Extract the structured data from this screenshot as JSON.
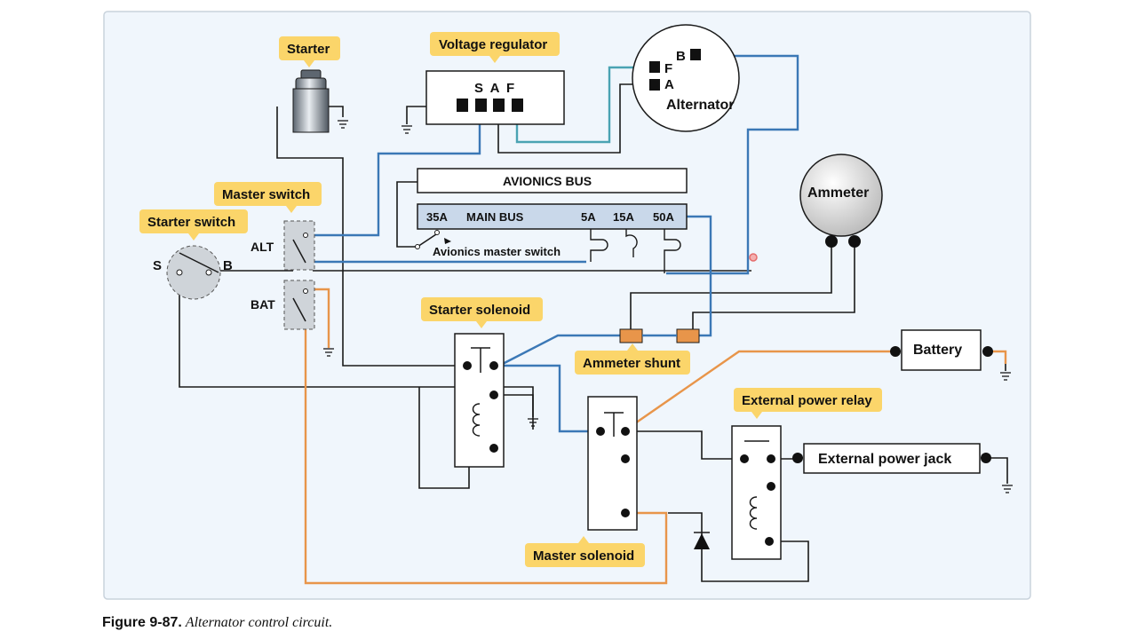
{
  "callouts": {
    "starter": "Starter",
    "voltage_regulator": "Voltage regulator",
    "master_switch": "Master switch",
    "starter_switch": "Starter switch",
    "starter_solenoid": "Starter solenoid",
    "ammeter_shunt": "Ammeter shunt",
    "external_power_relay": "External power relay",
    "master_solenoid": "Master solenoid"
  },
  "labels": {
    "regulator_terminals": "S A F",
    "alternator": "Alternator",
    "alt_b": "B",
    "alt_f": "F",
    "alt_a": "A",
    "ammeter": "Ammeter",
    "avionics_bus": "AVIONICS BUS",
    "bus_35a": "35A",
    "main_bus": "MAIN BUS",
    "bus_5a": "5A",
    "bus_15a": "15A",
    "bus_50a": "50A",
    "avionics_master_switch": "Avionics master switch",
    "alt": "ALT",
    "bat": "BAT",
    "switch_s": "S",
    "switch_b": "B",
    "battery": "Battery",
    "external_power_jack": "External power jack"
  },
  "caption": {
    "number": "Figure 9-87.",
    "text": "Alternator control circuit."
  },
  "colors": {
    "panel_bg": "#f0f6fc",
    "panel_border": "#c9d3dc",
    "callout_fill": "#fbd56a",
    "wire_black": "#1a1a1a",
    "wire_blue": "#3b78b6",
    "wire_teal": "#4aa3b3",
    "wire_orange": "#e8954a",
    "main_bus_fill": "#c9d8ea",
    "shunt_fill": "#e8954a"
  }
}
